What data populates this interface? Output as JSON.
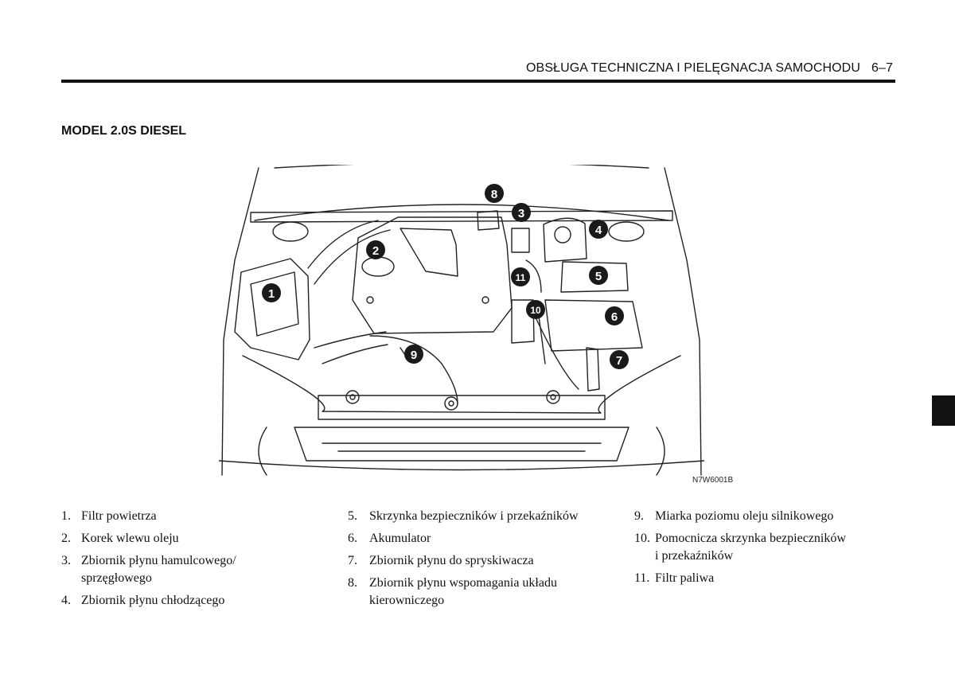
{
  "header": {
    "section_title": "OBSŁUGA TECHNICZNA I PIELĘGNACJA SAMOCHODU",
    "page_number": "6–7"
  },
  "model_title": "MODEL 2.0S DIESEL",
  "figure": {
    "code": "N7W6001B",
    "callouts": [
      "1",
      "2",
      "3",
      "4",
      "5",
      "6",
      "7",
      "8",
      "9",
      "10",
      "11"
    ]
  },
  "legend": {
    "col1": [
      {
        "num": "1.",
        "lines": [
          "Filtr powietrza"
        ]
      },
      {
        "num": "2.",
        "lines": [
          "Korek wlewu oleju"
        ]
      },
      {
        "num": "3.",
        "lines": [
          "Zbiornik płynu hamulcowego/",
          "sprzęgłowego"
        ]
      },
      {
        "num": "4.",
        "lines": [
          "Zbiornik płynu chłodzącego"
        ]
      }
    ],
    "col2": [
      {
        "num": "5.",
        "lines": [
          "Skrzynka bezpieczników i przekaźników"
        ]
      },
      {
        "num": "6.",
        "lines": [
          "Akumulator"
        ]
      },
      {
        "num": "7.",
        "lines": [
          "Zbiornik płynu do spryskiwacza"
        ]
      },
      {
        "num": "8.",
        "lines": [
          "Zbiornik płynu wspomagania układu",
          "kierowniczego"
        ]
      }
    ],
    "col3": [
      {
        "num": "9.",
        "lines": [
          "Miarka poziomu oleju silnikowego"
        ]
      },
      {
        "num": "10.",
        "lines": [
          "Pomocnicza skrzynka bezpieczników",
          "i przekaźników"
        ]
      },
      {
        "num": "11.",
        "lines": [
          "Filtr paliwa"
        ]
      }
    ]
  }
}
